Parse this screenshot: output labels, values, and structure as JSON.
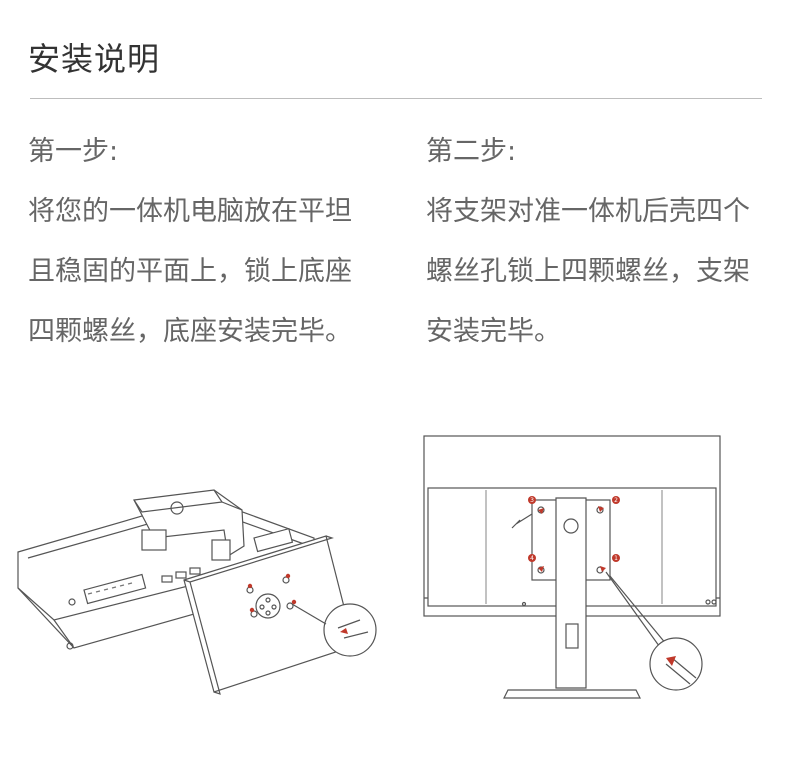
{
  "header": {
    "title": "安装说明"
  },
  "steps": [
    {
      "title": "第一步:",
      "text": "将您的一体机电脑放在平坦且稳固的平面上，锁上底座四颗螺丝，底座安装完毕。"
    },
    {
      "title": "第二步:",
      "text": "将支架对准一体机后壳四个螺丝孔锁上四颗螺丝，支架安装完毕。"
    }
  ],
  "illustration_callouts": [
    "1",
    "2",
    "3",
    "4"
  ],
  "colors": {
    "accent_red": "#c0392b",
    "line": "#555555",
    "divider": "#bdbdbd"
  }
}
